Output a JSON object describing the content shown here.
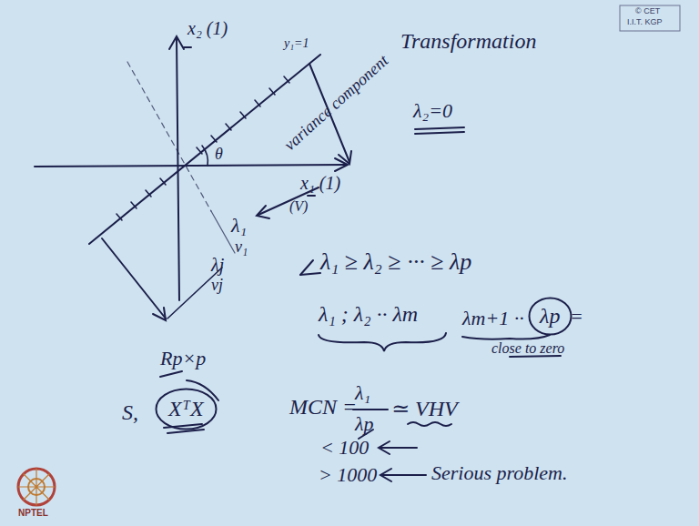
{
  "diagram": {
    "nodes": [
      {
        "text": [
          "λp"
        ]
      },
      {
        "text": [
          "XᵀX"
        ]
      }
    ],
    "labels": [
      "x₂ (1)",
      "y₁=1",
      "θ",
      "x₁ (1)",
      "Transformation",
      "variance component",
      "(V)",
      "λ₂=0",
      "λ₁",
      "v₁",
      "λj",
      "vj",
      "λ₁ ≥ λ₂ ≥ ··· ≥ λp",
      "λ₁ ; λ₂ ·· λm",
      "λm+1 ··",
      "=",
      "close to zero",
      "Rp×p",
      "S,",
      "MCN =",
      "λ₁",
      "λp",
      "≃ VHV",
      "< 100",
      "> 1000",
      "Serious problem.",
      "© CET",
      "I.I.T. KGP",
      "NPTEL"
    ]
  }
}
